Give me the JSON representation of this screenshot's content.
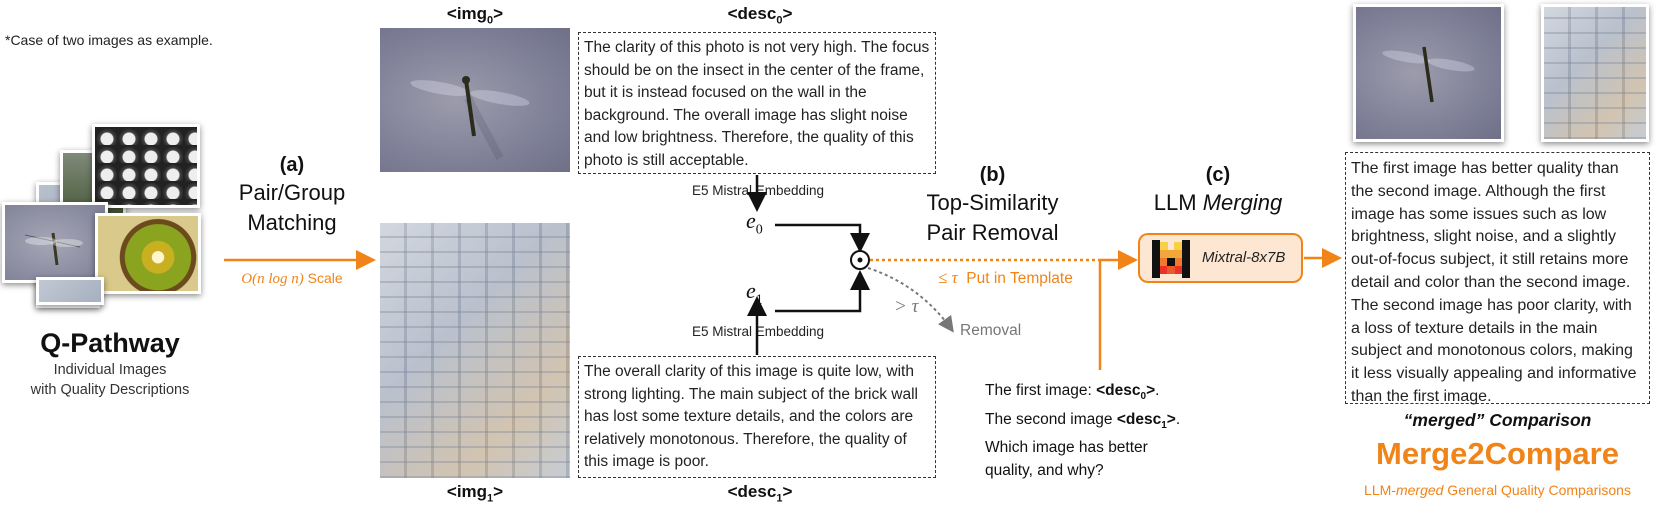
{
  "note": "*Case of two images as example.",
  "pathway": {
    "title": "Q-Pathway",
    "subtitle_line1": "Individual Images",
    "subtitle_line2": "with Quality Descriptions"
  },
  "step_a": {
    "tag": "(a)",
    "line1": "Pair/Group",
    "line2": "Matching",
    "scale_math": "O(n log n)",
    "scale_text": "Scale"
  },
  "img0_label": {
    "pre": "<img",
    "sub": "0",
    "post": ">"
  },
  "img1_label": {
    "pre": "<img",
    "sub": "1",
    "post": ">"
  },
  "desc0_label": {
    "pre": "<desc",
    "sub": "0",
    "post": ">"
  },
  "desc1_label": {
    "pre": "<desc",
    "sub": "1",
    "post": ">"
  },
  "desc0_text": "The clarity of this photo is not very high. The focus should be on the insect in the center of the frame, but it is instead focused on the wall in the background. The overall image has slight noise and low brightness. Therefore, the quality of this photo is still acceptable.",
  "desc1_text": "The overall clarity of this image is quite low, with strong lighting. The main subject of the brick wall has lost some texture details, and the colors are relatively monotonous. Therefore, the quality of this image is poor.",
  "embedding_top": "E5 Mistral Embedding",
  "embedding_bottom": "E5 Mistral Embedding",
  "e0": {
    "base": "e",
    "sub": "0"
  },
  "e1": {
    "base": "e",
    "sub": "1"
  },
  "odot": "⊙",
  "step_b": {
    "tag": "(b)",
    "line1": "Top-Similarity",
    "line2": "Pair Removal",
    "le_tau": "≤ τ",
    "put_in_template": "Put in Template",
    "gt_tau": "> τ",
    "removal": "Removal"
  },
  "step_c": {
    "tag": "(c)",
    "llm": "LLM",
    "merging": "Merging",
    "model": "Mixtral-8x7B"
  },
  "template": {
    "l1_pre": "The first image: ",
    "l1_b_pre": "<desc",
    "l1_b_sub": "0",
    "l1_b_post": ">",
    "l1_end": ".",
    "l2_pre": "The second image ",
    "l2_b_pre": "<desc",
    "l2_b_sub": "1",
    "l2_b_post": ">",
    "l2_end": ".",
    "l3": "Which image has better",
    "l4": "quality, and why?"
  },
  "merged_text": "The first image has better quality than the second image. Although the first image has some issues such as low brightness, slight noise, and a slightly out-of-focus subject, it still retains more detail and color than the second image. The second image has poor clarity, with a loss of texture details in the main subject and monotonous colors, making it less visually appealing and informative than the first image.",
  "merged_caption": "“merged” Comparison",
  "m2c": {
    "title": "Merge2Compare",
    "sub_pre": "LLM-",
    "sub_em": "merged",
    "sub_post": " General Quality Comparisons"
  },
  "colors": {
    "accent": "#f08418",
    "removal_gray": "#777777",
    "mixtral_fill": "#fde6d2"
  }
}
